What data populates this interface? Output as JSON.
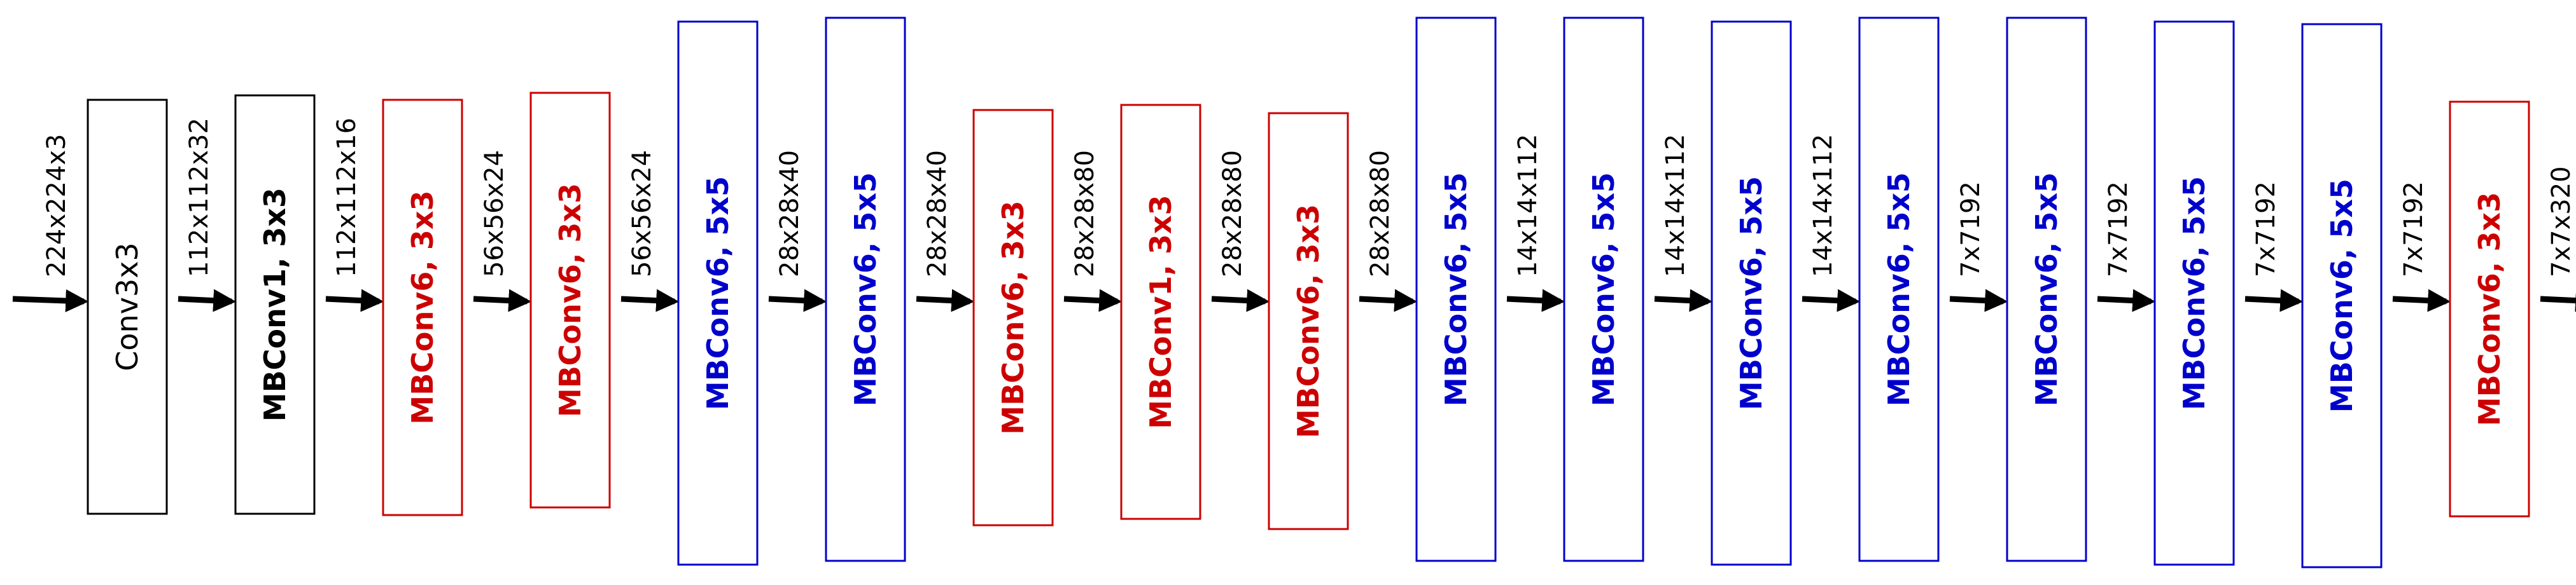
{
  "diagram": {
    "input_dim": "224x224x3",
    "colors": {
      "plain": "#000000",
      "mb3x3": "#cc0000",
      "mb5x5": "#0000cc",
      "arrow": "#000000"
    },
    "blocks": [
      {
        "name": "Conv3x3",
        "kernel": "",
        "style": "plain",
        "bold": false,
        "out_dim": "112x112x32"
      },
      {
        "name": "MBConv1",
        "kernel": "3x3",
        "style": "plain",
        "bold": true,
        "out_dim": "112x112x16"
      },
      {
        "name": "MBConv6",
        "kernel": "3x3",
        "style": "mb3x3",
        "bold": true,
        "out_dim": "56x56x24"
      },
      {
        "name": "MBConv6",
        "kernel": "3x3",
        "style": "mb3x3",
        "bold": true,
        "out_dim": "56x56x24"
      },
      {
        "name": "MBConv6",
        "kernel": "5x5",
        "style": "mb5x5",
        "bold": true,
        "out_dim": "28x28x40"
      },
      {
        "name": "MBConv6",
        "kernel": "5x5",
        "style": "mb5x5",
        "bold": true,
        "out_dim": "28x28x40"
      },
      {
        "name": "MBConv6",
        "kernel": "3x3",
        "style": "mb3x3",
        "bold": true,
        "out_dim": "28x28x80"
      },
      {
        "name": "MBConv1",
        "kernel": "3x3",
        "style": "mb3x3",
        "bold": true,
        "out_dim": "28x28x80"
      },
      {
        "name": "MBConv6",
        "kernel": "3x3",
        "style": "mb3x3",
        "bold": true,
        "out_dim": "28x28x80"
      },
      {
        "name": "MBConv6",
        "kernel": "5x5",
        "style": "mb5x5",
        "bold": true,
        "out_dim": "14x14x112"
      },
      {
        "name": "MBConv6",
        "kernel": "5x5",
        "style": "mb5x5",
        "bold": true,
        "out_dim": "14x14x112"
      },
      {
        "name": "MBConv6",
        "kernel": "5x5",
        "style": "mb5x5",
        "bold": true,
        "out_dim": "14x14x112"
      },
      {
        "name": "MBConv6",
        "kernel": "5x5",
        "style": "mb5x5",
        "bold": true,
        "out_dim": "7x7192"
      },
      {
        "name": "MBConv6",
        "kernel": "5x5",
        "style": "mb5x5",
        "bold": true,
        "out_dim": "7x7192"
      },
      {
        "name": "MBConv6",
        "kernel": "5x5",
        "style": "mb5x5",
        "bold": true,
        "out_dim": "7x7192"
      },
      {
        "name": "MBConv6",
        "kernel": "5x5",
        "style": "mb5x5",
        "bold": true,
        "out_dim": "7x7192"
      },
      {
        "name": "MBConv6",
        "kernel": "3x3",
        "style": "mb3x3",
        "bold": true,
        "out_dim": "7x7x320"
      }
    ]
  }
}
